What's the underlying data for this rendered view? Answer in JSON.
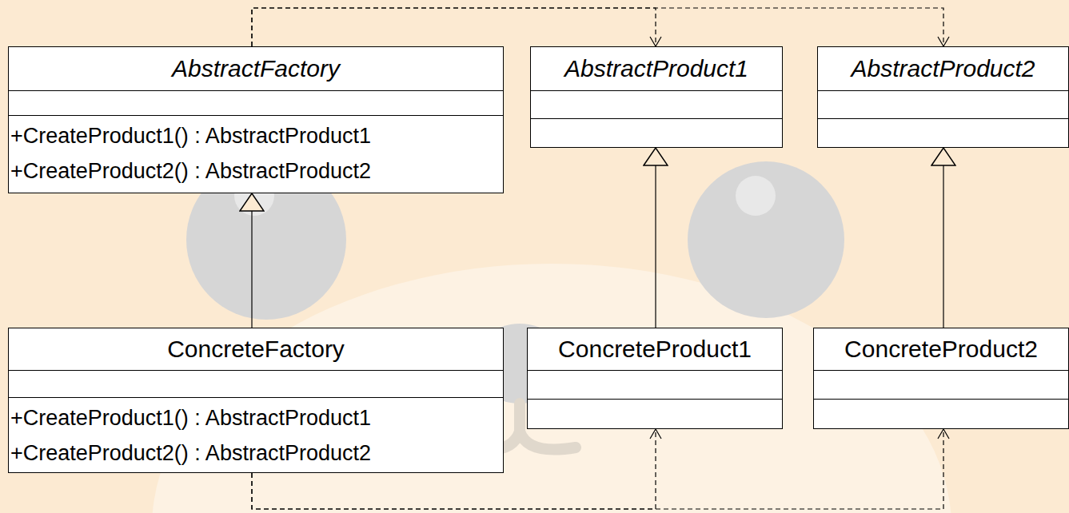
{
  "diagram": {
    "nodes": [
      {
        "text": [
          "AbstractFactory",
          "+CreateProduct1() : AbstractProduct1",
          "+CreateProduct2() : AbstractProduct2"
        ]
      },
      {
        "text": [
          "AbstractProduct1"
        ]
      },
      {
        "text": [
          "AbstractProduct2"
        ]
      },
      {
        "text": [
          "ConcreteFactory",
          "+CreateProduct1() : AbstractProduct1",
          "+CreateProduct2() : AbstractProduct2"
        ]
      },
      {
        "text": [
          "ConcreteProduct1"
        ]
      },
      {
        "text": [
          "ConcreteProduct2"
        ]
      }
    ],
    "edges": [
      {
        "from": 3,
        "to": 0,
        "arrow": "to"
      },
      {
        "from": 4,
        "to": 1,
        "arrow": "to"
      },
      {
        "from": 5,
        "to": 2,
        "arrow": "to"
      },
      {
        "from": 0,
        "to": 1,
        "arrow": "to"
      },
      {
        "from": 0,
        "to": 2,
        "arrow": "to"
      },
      {
        "from": 3,
        "to": 4,
        "arrow": "to"
      },
      {
        "from": 3,
        "to": 5,
        "arrow": "to"
      }
    ]
  }
}
